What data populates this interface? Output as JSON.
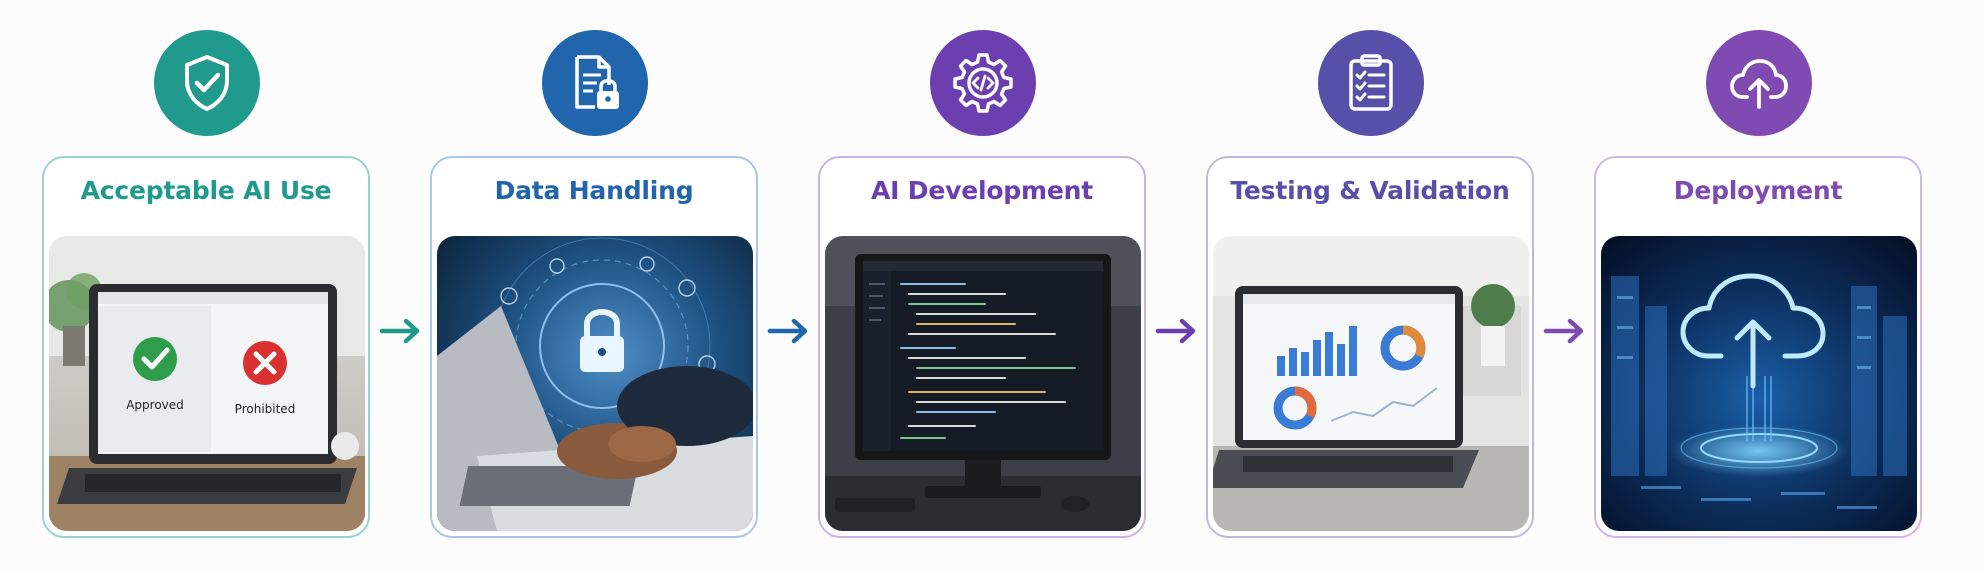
{
  "steps": [
    {
      "title": "Acceptable AI Use",
      "icon": "shield-check-icon",
      "color": "#1f9a8c",
      "border": "#9ad3cb"
    },
    {
      "title": "Data Handling",
      "icon": "document-lock-icon",
      "color": "#2166ad",
      "border": "#a9c6e6"
    },
    {
      "title": "AI Development",
      "icon": "gear-code-icon",
      "color": "#6c3fb0",
      "border": "#c6b4e4"
    },
    {
      "title": "Testing & Validation",
      "icon": "clipboard-checklist-icon",
      "color": "#5650a8",
      "border": "#bdb9e2"
    },
    {
      "title": "Deployment",
      "icon": "cloud-upload-icon",
      "color": "#7f4bb3",
      "border": "#cdb8e3"
    }
  ],
  "screen_labels": {
    "approved": "Approved",
    "prohibited": "Prohibited"
  },
  "arrows": [
    {
      "color": "#1f9a8c"
    },
    {
      "color": "#2166ad"
    },
    {
      "color": "#6c3fb0"
    },
    {
      "color": "#7f4bb3"
    }
  ]
}
